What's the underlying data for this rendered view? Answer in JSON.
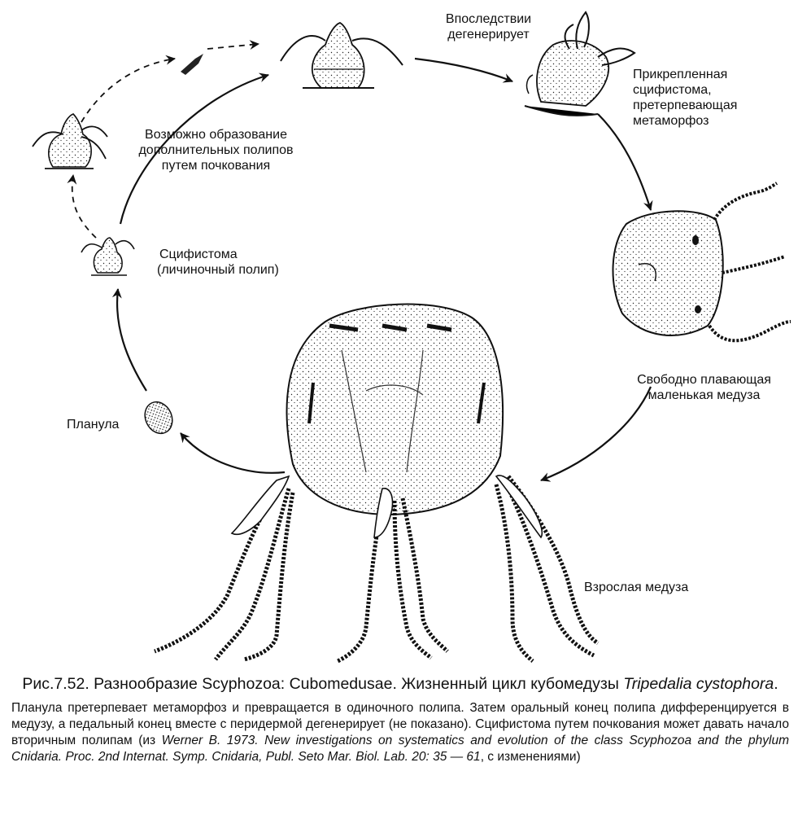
{
  "labels": {
    "degenerate": [
      "Впоследствии",
      "дегенерирует"
    ],
    "attached_scyphistoma": [
      "Прикрепленная",
      "сцифистома,",
      "претерпевающая",
      "метаморфоз"
    ],
    "budding": [
      "Возможно образование",
      "дополнительных полипов",
      "путем почкования"
    ],
    "scyphistoma": [
      "Сцифистома",
      "(личиночный полип)"
    ],
    "free_swimming": [
      "Свободно плавающая",
      "маленькая медуза"
    ],
    "planula": "Планула",
    "adult": "Взрослая медуза"
  },
  "caption": {
    "title_lead": "Рис.7.52. Разнообразие Scyphozoa: Cubomedusae. Жизненный цикл кубомедузы ",
    "title_species": "Tripedalia cystophora",
    "title_end": ".",
    "body_lead": "Планула претерпевает метаморфоз и превращается в одиночного полипа. Затем оральный конец полипа дифференцируется в медузу, а педальный конец вместе с перидермой дегенерирует (не показано). Сцифистома путем почкования может давать начало вторичным полипам (из ",
    "body_ref": "Werner B. 1973. New investigations on systematics and evolution of the class Scyphozoa and the phylum Cnidaria. Proc. 2nd Internat. Symp. Cnidaria, Publ. Seto Mar. Biol. Lab. 20",
    "body_pages": ": 35 — 61",
    "body_end": ", с изменениями)"
  }
}
